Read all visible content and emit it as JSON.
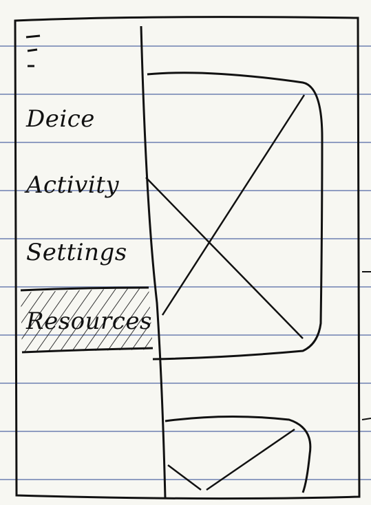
{
  "sidebar": {
    "items": [
      {
        "label": "Deice",
        "selected": false
      },
      {
        "label": "Activity",
        "selected": false
      },
      {
        "label": "Settings",
        "selected": false
      },
      {
        "label": "Resources",
        "selected": true
      }
    ],
    "menu_icon": "hamburger-menu-icon"
  },
  "main": {
    "placeholders": [
      {
        "icon": "image-placeholder-icon"
      },
      {
        "icon": "image-placeholder-icon"
      }
    ]
  }
}
